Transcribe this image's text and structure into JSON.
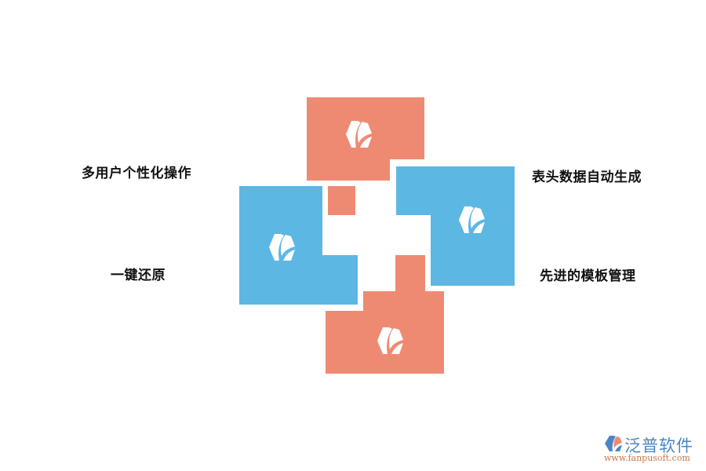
{
  "diagram": {
    "colors": {
      "coral": "#ef8a72",
      "blue": "#5db7e3"
    },
    "features": [
      {
        "label": "多用户个性化操作",
        "position": "left-top"
      },
      {
        "label": "一键还原",
        "position": "left-bottom"
      },
      {
        "label": "表头数据自动生成",
        "position": "right-top"
      },
      {
        "label": "先进的模板管理",
        "position": "right-bottom"
      }
    ]
  },
  "brand": {
    "name": "泛普软件",
    "url": "www.fanpusoft.com"
  }
}
